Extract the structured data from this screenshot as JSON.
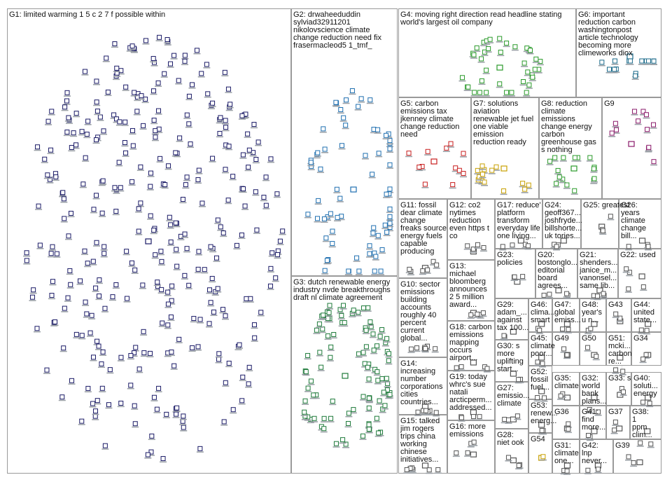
{
  "groups": [
    {
      "id": "G1",
      "lines": [
        "G1: limited warming 1 5 c 2 7 f possible within"
      ],
      "color": "#1a1a66"
    },
    {
      "id": "G2",
      "lines": [
        "G2: drwaheeduddin",
        "sylviad32911201",
        "nikolovscience climate",
        "change reduction need fix",
        "frasermacleod5 1_tmf_"
      ],
      "color": "#1f6fb0"
    },
    {
      "id": "G3",
      "lines": [
        "G3: dutch renewable energy",
        "industry nvde breakthroughs",
        "draft nl climate agreement"
      ],
      "color": "#1e7a3a"
    },
    {
      "id": "G4",
      "lines": [
        "G4: moving right direction read headline stating",
        "world's largest oil company"
      ],
      "color": "#2a9a2a"
    },
    {
      "id": "G5",
      "lines": [
        "G5: carbon",
        "emissions tax",
        "jkenney climate",
        "change reduction",
        "need"
      ],
      "color": "#c81e1e"
    },
    {
      "id": "G6",
      "lines": [
        "G6: important",
        "reduction carbon",
        "washingtonpost",
        "article technology",
        "becoming more",
        "climeworks diox"
      ],
      "color": "#1a6a8a"
    },
    {
      "id": "G7",
      "lines": [
        "G7: solutions",
        "aviation",
        "renewable jet fuel",
        "one viable",
        "emission",
        "reduction ready"
      ],
      "color": "#c8a000"
    },
    {
      "id": "G8",
      "lines": [
        "G8: reduction",
        "climate",
        "emissions",
        "change energy",
        "carbon",
        "greenhouse gas",
        "s nothing"
      ],
      "color": "#2a9a2a"
    },
    {
      "id": "G9",
      "lines": [
        "G9"
      ],
      "color": "#8a1a6a"
    },
    {
      "id": "G10",
      "lines": [
        "G10: sector",
        "emissions",
        "building",
        "accounts",
        "roughly 40",
        "percent",
        "current",
        "global..."
      ],
      "color": "#555555"
    },
    {
      "id": "G11",
      "lines": [
        "G11: fossil",
        "dear climate",
        "change",
        "freaks source",
        "energy fuels",
        "capable",
        "producing"
      ],
      "color": "#555555"
    },
    {
      "id": "G12",
      "lines": [
        "G12: co2",
        "nytimes",
        "reduction",
        "even https t",
        "co"
      ],
      "color": "#555555"
    },
    {
      "id": "G13",
      "lines": [
        "G13:",
        "michael",
        "bloomberg",
        "announces",
        "2 5 million",
        "award..."
      ],
      "color": "#555555"
    },
    {
      "id": "G14",
      "lines": [
        "G14:",
        "increasing",
        "number",
        "corporations",
        "cities",
        "countries..."
      ],
      "color": "#555555"
    },
    {
      "id": "G15",
      "lines": [
        "G15: talked",
        "jim rogers",
        "trips china",
        "working",
        "chinese",
        "initiatives..."
      ],
      "color": "#555555"
    },
    {
      "id": "G16",
      "lines": [
        "G16: more",
        "emissions"
      ],
      "color": "#555555"
    },
    {
      "id": "G17",
      "lines": [
        "G17: reduce'",
        "platform",
        "transform",
        "everyday life",
        "one living..."
      ],
      "color": "#555555"
    },
    {
      "id": "G18",
      "lines": [
        "G18: carbon",
        "emissions",
        "mapping",
        "occurs",
        "airport..."
      ],
      "color": "#555555"
    },
    {
      "id": "G19",
      "lines": [
        "G19: today",
        "whrc's sue",
        "natali",
        "arcticperm...",
        "addressed..."
      ],
      "color": "#555555"
    },
    {
      "id": "G20",
      "lines": [
        "G20:",
        "bostonglo...",
        "editorial",
        "board",
        "agrees..."
      ],
      "color": "#555555"
    },
    {
      "id": "G21",
      "lines": [
        "G21:",
        "shenders...",
        "janice_m...",
        "vanonsel...",
        "same lib..."
      ],
      "color": "#555555"
    },
    {
      "id": "G22",
      "lines": [
        "G22: used"
      ],
      "color": "#555555"
    },
    {
      "id": "G23",
      "lines": [
        "G23:",
        "policies"
      ],
      "color": "#555555"
    },
    {
      "id": "G24",
      "lines": [
        "G24:",
        "geoff367...",
        "joshfryde...",
        "billshorte...",
        "uk tories..."
      ],
      "color": "#555555"
    },
    {
      "id": "G25",
      "lines": [
        "G25: greatest"
      ],
      "color": "#555555"
    },
    {
      "id": "G26",
      "lines": [
        "G26:",
        "years",
        "climate",
        "change",
        "bill..."
      ],
      "color": "#555555"
    },
    {
      "id": "G27",
      "lines": [
        "G27:",
        "emissio...",
        "climate"
      ],
      "color": "#555555"
    },
    {
      "id": "G28",
      "lines": [
        "G28:",
        "niet ook"
      ],
      "color": "#555555"
    },
    {
      "id": "G29",
      "lines": [
        "G29:",
        "adam_...",
        "against",
        "tax 100..."
      ],
      "color": "#555555"
    },
    {
      "id": "G30",
      "lines": [
        "G30: s",
        "more",
        "uplifting",
        "start..."
      ],
      "color": "#555555"
    },
    {
      "id": "G31",
      "lines": [
        "G31:",
        "climate",
        "one..."
      ],
      "color": "#555555"
    },
    {
      "id": "G32",
      "lines": [
        "G32:",
        "world",
        "bank",
        "plans..."
      ],
      "color": "#555555"
    },
    {
      "id": "G33",
      "lines": [
        "G33: s"
      ],
      "color": "#555555"
    },
    {
      "id": "G34",
      "lines": [
        "G34"
      ],
      "color": "#555555"
    },
    {
      "id": "G35",
      "lines": [
        "G35:",
        "climate"
      ],
      "color": "#555555"
    },
    {
      "id": "G36",
      "lines": [
        "G36"
      ],
      "color": "#555555"
    },
    {
      "id": "G37",
      "lines": [
        "G37"
      ],
      "color": "#555555"
    },
    {
      "id": "G38",
      "lines": [
        "G38:",
        "1",
        "ppm",
        "clim..."
      ],
      "color": "#555555"
    },
    {
      "id": "G39",
      "lines": [
        "G39"
      ],
      "color": "#555555"
    },
    {
      "id": "G40",
      "lines": [
        "G40:",
        "soluti...",
        "energy"
      ],
      "color": "#555555"
    },
    {
      "id": "G41",
      "lines": [
        "G41:",
        "find",
        "more..."
      ],
      "color": "#555555"
    },
    {
      "id": "G42",
      "lines": [
        "G42:",
        "lnp",
        "never..."
      ],
      "color": "#555555"
    },
    {
      "id": "G43",
      "lines": [
        "G43"
      ],
      "color": "#555555"
    },
    {
      "id": "G44",
      "lines": [
        "G44:",
        "united",
        "state..."
      ],
      "color": "#555555"
    },
    {
      "id": "G45",
      "lines": [
        "G45:",
        "climate",
        "poor..."
      ],
      "color": "#555555"
    },
    {
      "id": "G46",
      "lines": [
        "G46:",
        "clima...",
        "smart"
      ],
      "color": "#555555"
    },
    {
      "id": "G47",
      "lines": [
        "G47:",
        "global",
        "emiss..."
      ],
      "color": "#555555"
    },
    {
      "id": "G48",
      "lines": [
        "G48:",
        "year's",
        "u n..."
      ],
      "color": "#555555"
    },
    {
      "id": "G49",
      "lines": [
        "G49"
      ],
      "color": "#555555"
    },
    {
      "id": "G50",
      "lines": [
        "G50"
      ],
      "color": "#555555"
    },
    {
      "id": "G51",
      "lines": [
        "G51:",
        "mcki...",
        "carbon",
        "re..."
      ],
      "color": "#555555"
    },
    {
      "id": "G52",
      "lines": [
        "G52:",
        "fossil",
        "fuel..."
      ],
      "color": "#555555"
    },
    {
      "id": "G53",
      "lines": [
        "G53:",
        "renew...",
        "energ..."
      ],
      "color": "#555555"
    },
    {
      "id": "G54",
      "lines": [
        "G54"
      ],
      "color": "#c8a000"
    }
  ]
}
